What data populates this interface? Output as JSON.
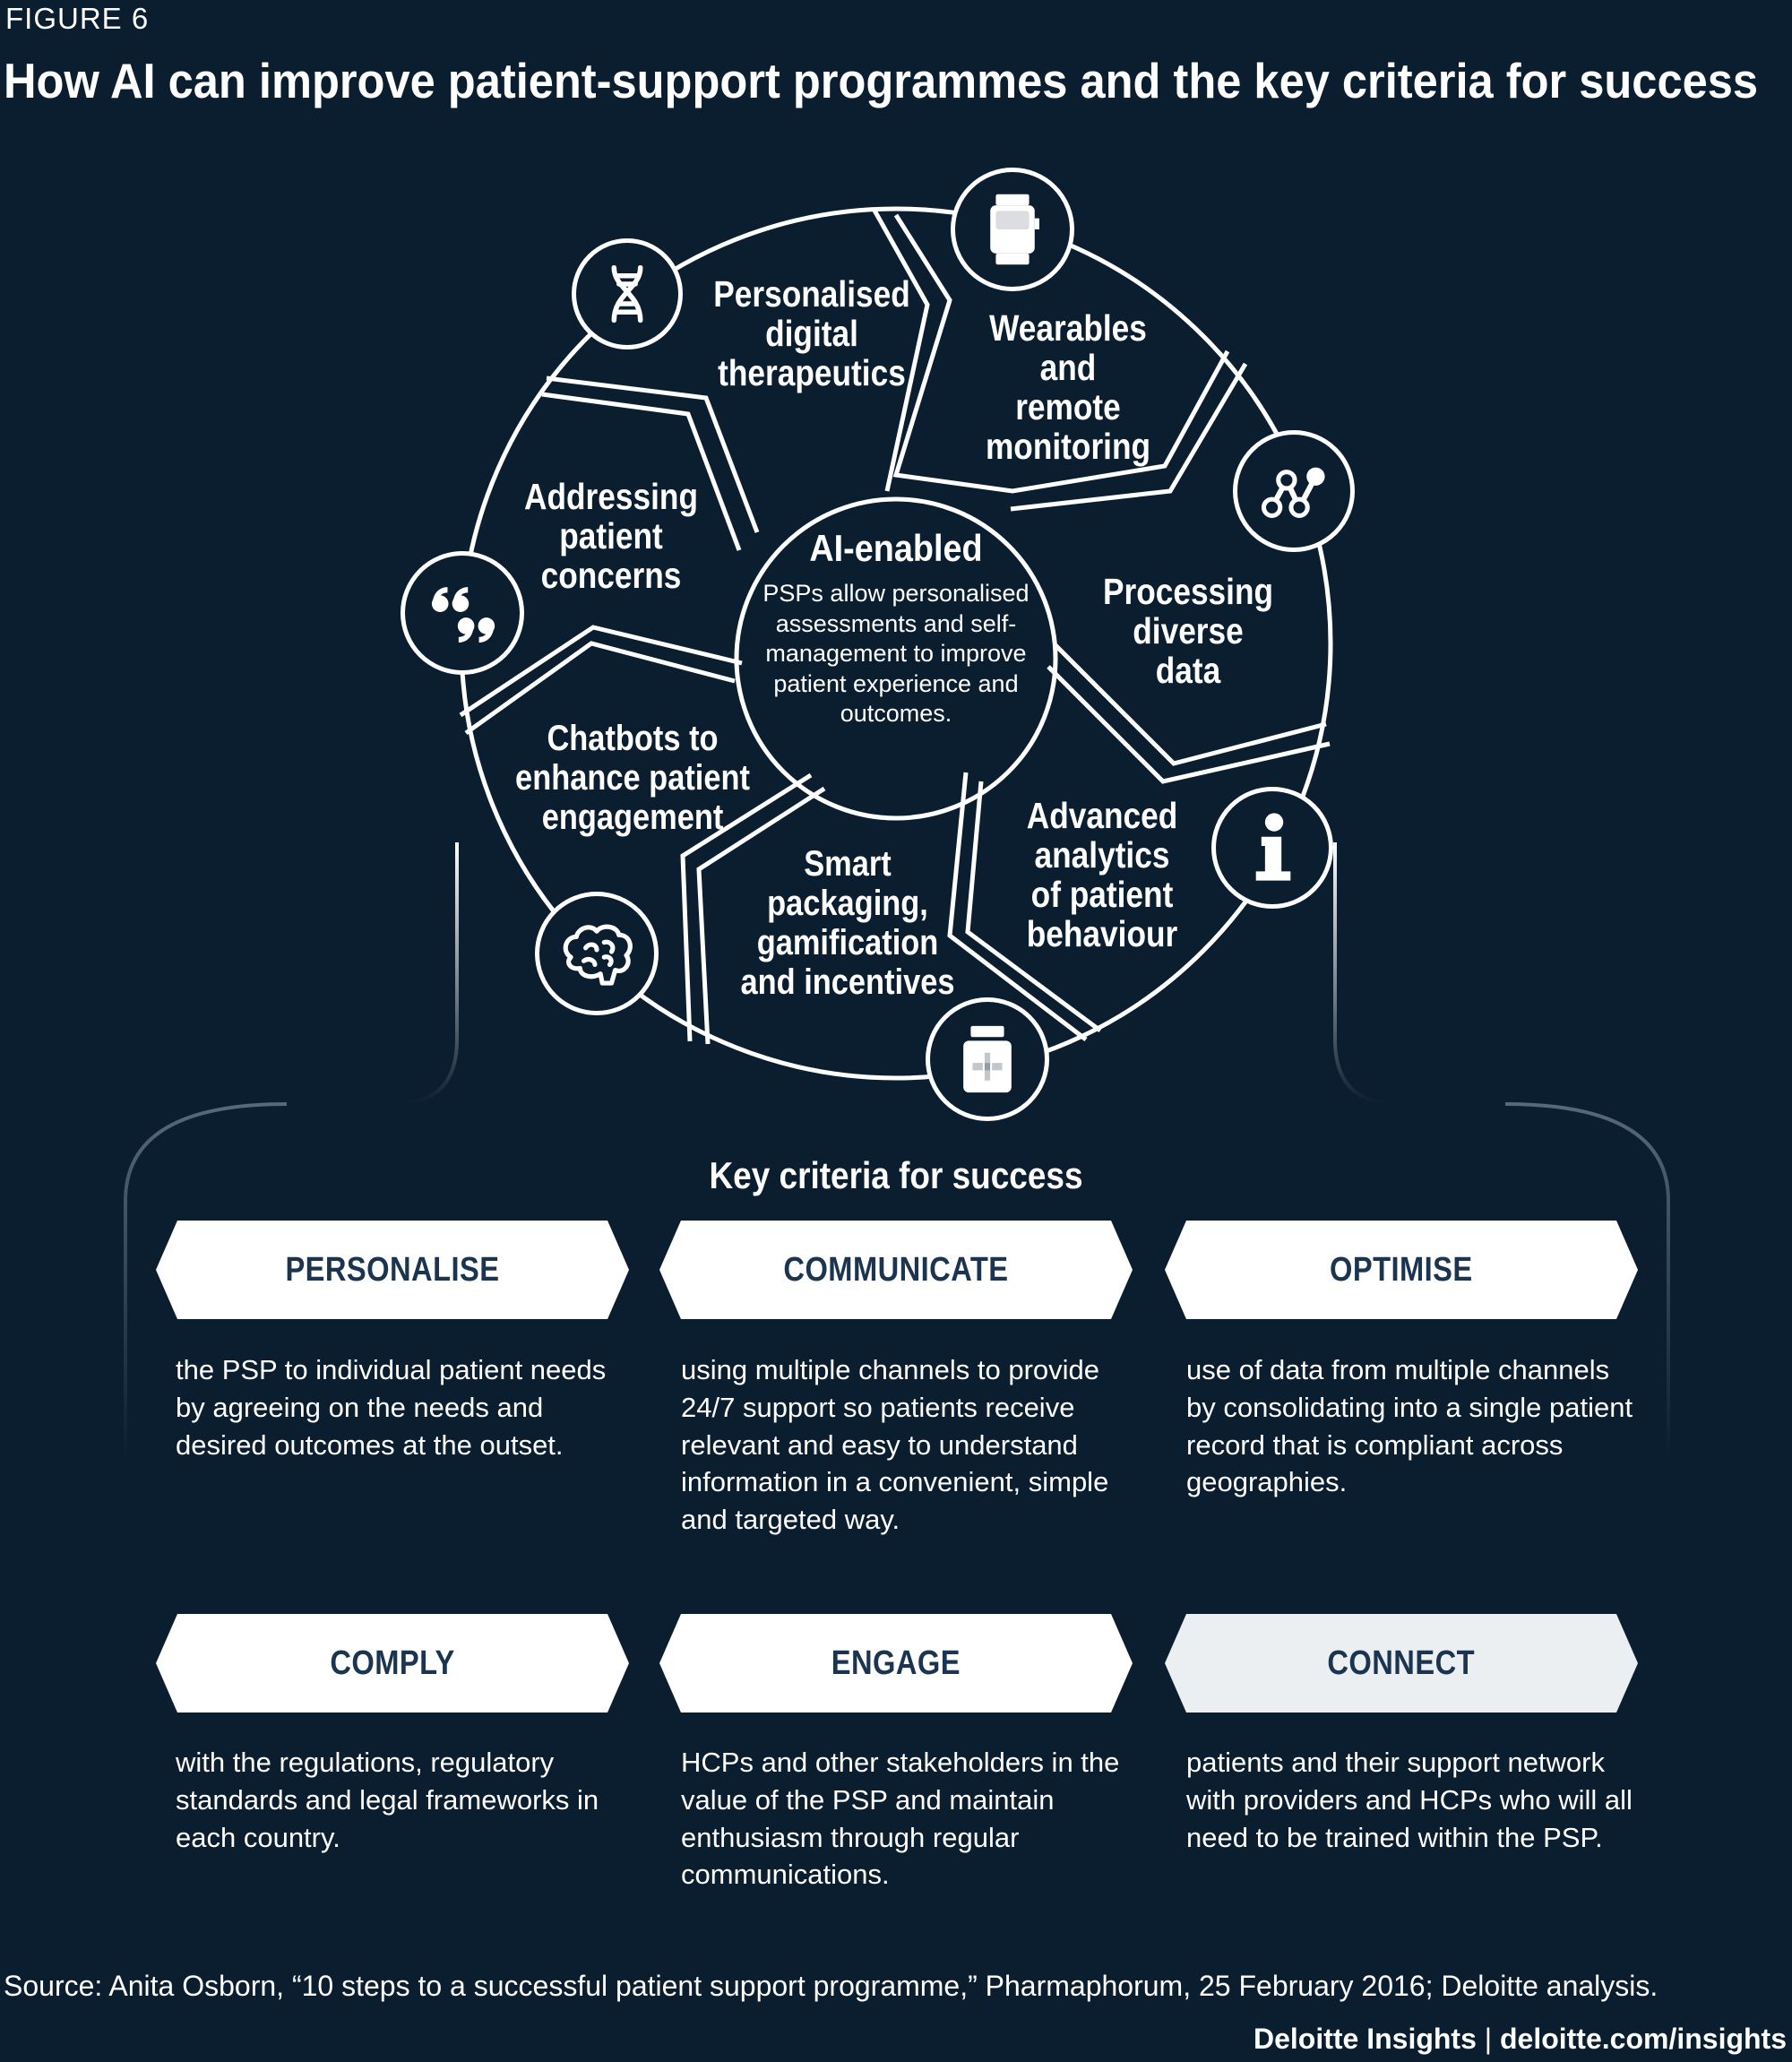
{
  "figure_label": "FIGURE 6",
  "title": "How AI can improve patient-support programmes and the key criteria for success",
  "wheel": {
    "center": {
      "title": "AI-enabled",
      "text": "PSPs allow personalised assessments and self-management to improve  patient experience and outcomes."
    },
    "segments": [
      {
        "label": "Personalised\ndigital\ntherapeutics",
        "icon": "dna-icon"
      },
      {
        "label": "Wearables\nand\nremote\nmonitoring",
        "icon": "smartwatch-icon"
      },
      {
        "label": "Processing\ndiverse\ndata",
        "icon": "data-nodes-icon"
      },
      {
        "label": "Advanced\nanalytics\nof patient\nbehaviour",
        "icon": "info-icon"
      },
      {
        "label": "Smart\npackaging,\ngamification\nand incentives",
        "icon": "medicine-bottle-icon"
      },
      {
        "label": "Chatbots to\nenhance patient\nengagement",
        "icon": "brain-icon"
      },
      {
        "label": "Addressing\npatient\nconcerns",
        "icon": "quote-icon"
      }
    ]
  },
  "criteria": {
    "heading": "Key criteria for success",
    "items": [
      {
        "label": "PERSONALISE",
        "text": "the PSP to individual patient needs by agreeing on the needs and desired outcomes at the outset."
      },
      {
        "label": "COMMUNICATE",
        "text": "using multiple channels to provide 24/7 support so patients receive relevant and easy to understand information in a convenient, simple and targeted way."
      },
      {
        "label": "OPTIMISE",
        "text": "use of data from multiple channels by consolidating into a single patient record that is compliant across geographies."
      },
      {
        "label": "COMPLY",
        "text": "with the regulations, regulatory standards and legal frameworks in each country."
      },
      {
        "label": "ENGAGE",
        "text": "HCPs and other stakeholders in the value of the PSP and maintain enthusiasm through regular communications."
      },
      {
        "label": "CONNECT",
        "text": "patients and their support network with providers and HCPs who will all need to be trained within the PSP."
      }
    ]
  },
  "source": "Source: Anita Osborn, “10 steps to a successful patient support programme,” Pharmaphorum, 25 February 2016; Deloitte analysis.",
  "footer": {
    "brand": "Deloitte Insights",
    "separator": " | ",
    "url": "deloitte.com/insights"
  },
  "colors": {
    "background": "#0b1e30",
    "foreground": "#ffffff",
    "pill_text": "#1b3550"
  }
}
